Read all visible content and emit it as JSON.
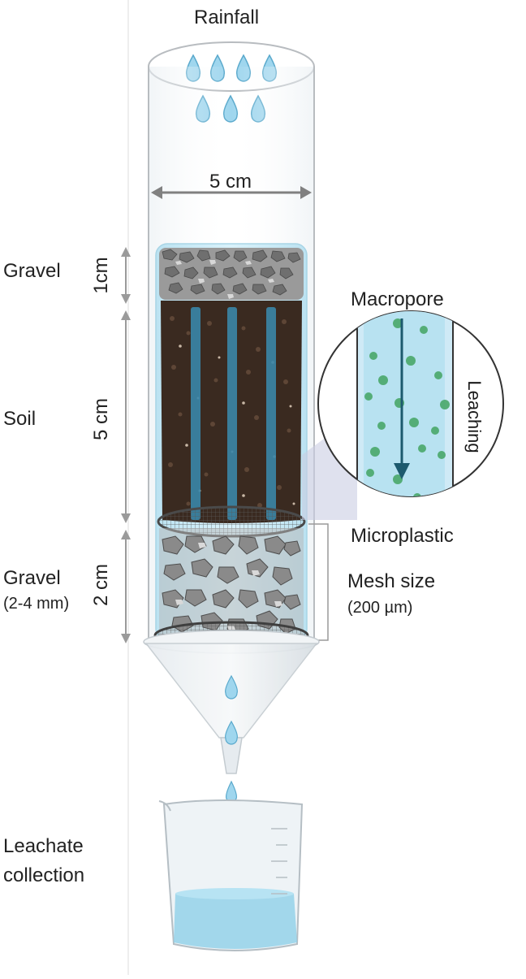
{
  "labels": {
    "rainfall": "Rainfall",
    "width": "5 cm",
    "gravel_top": "Gravel",
    "gravel_top_height": "1cm",
    "soil": "Soil",
    "soil_height": "5 cm",
    "gravel_bottom": "Gravel",
    "gravel_bottom_size": "(2-4 mm)",
    "gravel_bottom_height": "2 cm",
    "macropore": "Macropore",
    "leaching": "Leaching",
    "microplastic": "Microplastic",
    "mesh_size": "Mesh size",
    "mesh_value": "(200 µm)",
    "leachate_line1": "Leachate",
    "leachate_line2": "collection"
  },
  "colors": {
    "water": "#8fd0e8",
    "soil": "#3a2a20",
    "gravel": "#8c8c8c",
    "macropore": "#3a86a8",
    "microplastic": "#4aa86a",
    "arrow": "#1d5a6e"
  }
}
